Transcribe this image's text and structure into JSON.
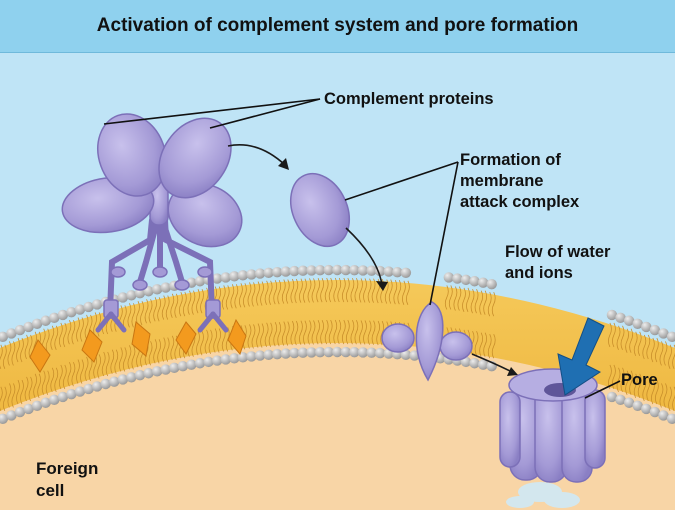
{
  "title": "Activation of complement system and pore formation",
  "labels": {
    "complement_proteins": "Complement proteins",
    "mac": [
      "Formation of",
      "membrane",
      "attack complex"
    ],
    "flow": [
      "Flow of water",
      "and ions"
    ],
    "pore": "Pore",
    "foreign_cell": [
      "Foreign",
      "cell"
    ]
  },
  "colors": {
    "background": "#bfe4f6",
    "title_bar": "#8fd1ee",
    "protein": "#a49ad6",
    "protein_dark": "#7c70b8",
    "membrane_head": "#bdbdbd",
    "membrane_core": "#f2c04b",
    "cytoplasm": "#f8d5a6",
    "antigen": "#f39a1e",
    "arrow": "#1f6fb2"
  }
}
